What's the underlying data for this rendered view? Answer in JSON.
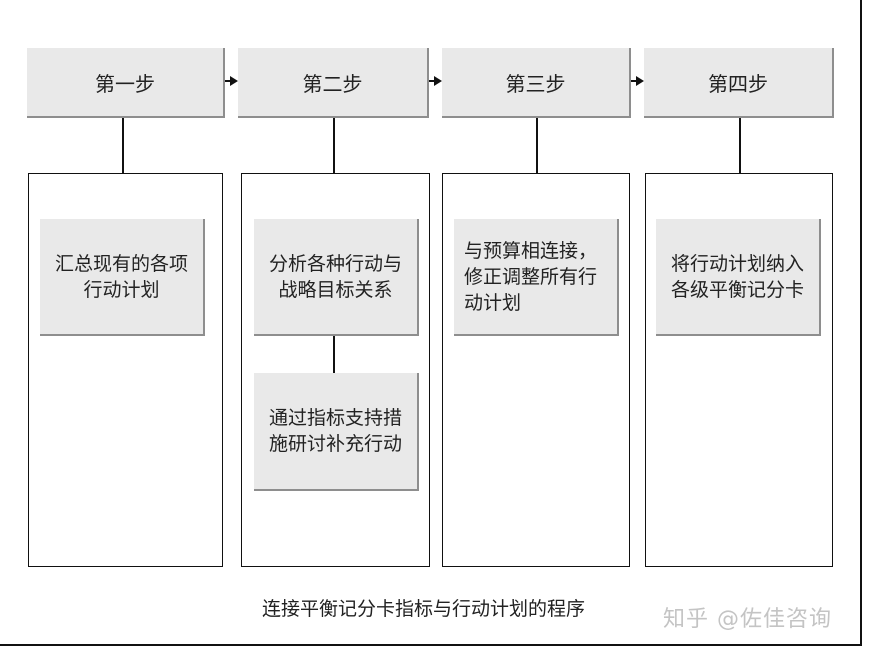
{
  "diagram": {
    "steps": [
      {
        "label": "第一步",
        "actions": [
          "汇总现有的各项\n行动计划"
        ]
      },
      {
        "label": "第二步",
        "actions": [
          "分析各种行动与\n战略目标关系",
          "通过指标支持措\n施研讨补充行动"
        ]
      },
      {
        "label": "第三步",
        "actions": [
          "与预算相连接，\n修正调整所有行\n动计划"
        ]
      },
      {
        "label": "第四步",
        "actions": [
          "将行动计划纳入\n各级平衡记分卡"
        ]
      }
    ],
    "caption": "连接平衡记分卡指标与行动计划的程序",
    "watermark": "知乎 @佐佳咨询"
  },
  "colors": {
    "box_fill": "#e9e9e9",
    "box_shadow": "#8e8e8e",
    "line": "#111111",
    "watermark": "#c4c4c4"
  }
}
